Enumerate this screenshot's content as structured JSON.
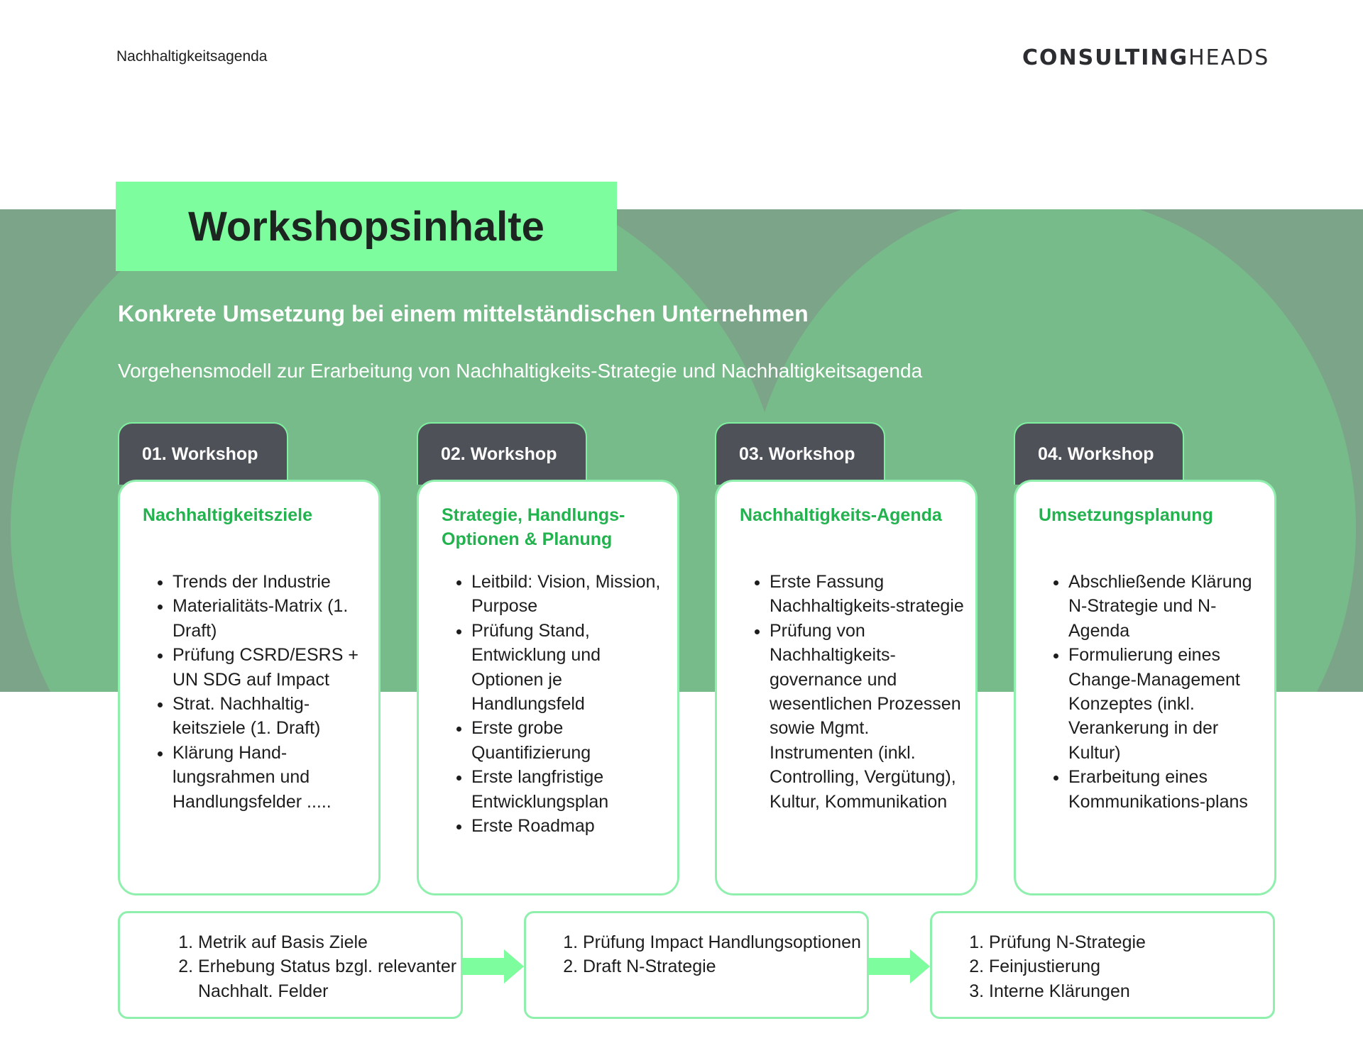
{
  "header": {
    "section": "Nachhaltigkeitsagenda",
    "logo_bold": "CONSULTING",
    "logo_light": "HEADS"
  },
  "colors": {
    "accent": "#7dfd9e",
    "accent_text": "#22b34f",
    "band": "#7ca488",
    "tab": "#4e5158"
  },
  "title": "Workshopsinhalte",
  "subtitle": "Konkrete Umsetzung bei einem mittelständischen Unternehmen",
  "lead": "Vorgehensmodell zur Erarbeitung von Nachhaltigkeits-Strategie und Nachhaltigkeitsagenda",
  "workshops": [
    {
      "tab": "01. Workshop",
      "title": "Nachhaltigkeitsziele",
      "items": [
        "Trends der Industrie",
        "Materialitäts-Matrix (1. Draft)",
        "Prüfung CSRD/ESRS + UN SDG auf Impact",
        "Strat. Nachhaltig-keitsziele (1. Draft)",
        "Klärung Hand-lungsrahmen und Handlungsfelder ....."
      ]
    },
    {
      "tab": "02. Workshop",
      "title": "Strategie, Handlungs-Optionen & Planung",
      "items": [
        "Leitbild: Vision, Mission, Purpose",
        "Prüfung Stand, Entwicklung und Optionen je Handlungsfeld",
        "Erste grobe Quantifizierung",
        "Erste langfristige Entwicklungsplan",
        "Erste Roadmap"
      ]
    },
    {
      "tab": "03. Workshop",
      "title": "Nachhaltigkeits-Agenda",
      "items": [
        "Erste Fassung Nachhaltigkeits-strategie",
        "Prüfung von Nachhaltigkeits-governance und wesentlichen Prozessen sowie Mgmt. Instrumenten (inkl. Controlling, Vergütung), Kultur, Kommunikation"
      ]
    },
    {
      "tab": "04. Workshop",
      "title": "Umsetzungsplanung",
      "items": [
        "Abschließende Klärung N-Strategie und N-Agenda",
        "Formulierung eines Change-Management Konzeptes (inkl. Verankerung in der Kultur)",
        "Erarbeitung eines Kommunikations-plans"
      ]
    }
  ],
  "steps": [
    {
      "items": [
        "Metrik auf Basis Ziele",
        "Erhebung Status bzgl. relevanter Nachhalt. Felder"
      ]
    },
    {
      "items": [
        "Prüfung Impact Handlungsoptionen",
        "Draft N-Strategie"
      ]
    },
    {
      "items": [
        "Prüfung N-Strategie",
        "Feinjustierung",
        "Interne Klärungen"
      ]
    }
  ]
}
